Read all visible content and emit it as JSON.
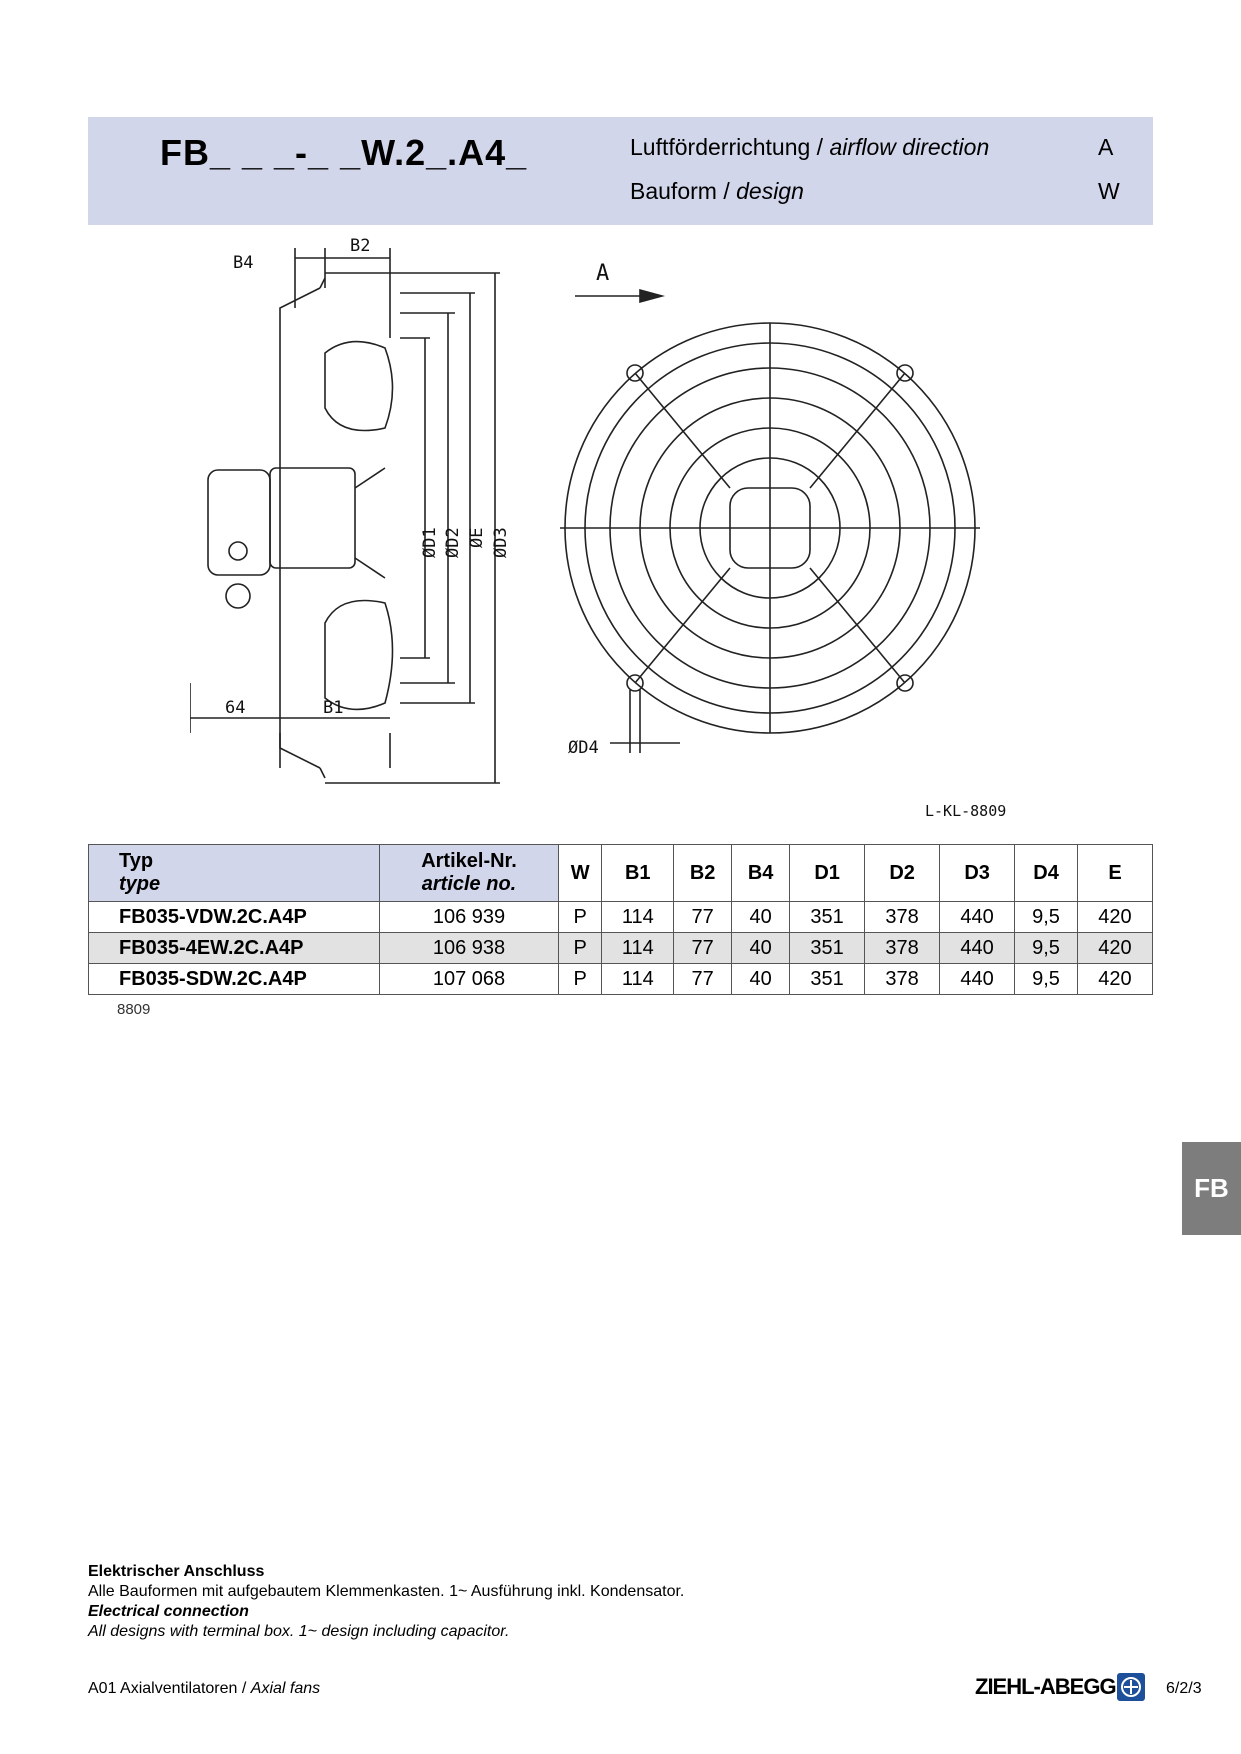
{
  "header": {
    "model_code": "FB_ _ _-_ _W.2_.A4_",
    "row1_de": "Luftförderrichtung / ",
    "row1_en": "airflow direction",
    "row1_val": "A",
    "row2_de": "Bauform  / ",
    "row2_en": "design",
    "row2_val": "W"
  },
  "drawing": {
    "labels": {
      "b4": "B4",
      "b2": "B2",
      "b1": "B1",
      "w64": "64",
      "d1": "ØD1",
      "d2": "ØD2",
      "e": "ØE",
      "d3": "ØD3",
      "d4": "ØD4",
      "airflow": "A",
      "ref": "L-KL-8809"
    }
  },
  "table": {
    "headers": {
      "typ_de": "Typ",
      "typ_en": "type",
      "art_de": "Artikel-Nr.",
      "art_en": "article no.",
      "cols": [
        "W",
        "B1",
        "B2",
        "B4",
        "D1",
        "D2",
        "D3",
        "D4",
        "E"
      ]
    },
    "rows": [
      {
        "typ": "FB035-VDW.2C.A4P",
        "art": "106 939",
        "vals": [
          "P",
          "114",
          "77",
          "40",
          "351",
          "378",
          "440",
          "9,5",
          "420"
        ]
      },
      {
        "typ": "FB035-4EW.2C.A4P",
        "art": "106 938",
        "vals": [
          "P",
          "114",
          "77",
          "40",
          "351",
          "378",
          "440",
          "9,5",
          "420"
        ]
      },
      {
        "typ": "FB035-SDW.2C.A4P",
        "art": "107 068",
        "vals": [
          "P",
          "114",
          "77",
          "40",
          "351",
          "378",
          "440",
          "9,5",
          "420"
        ]
      }
    ],
    "footnote": "8809"
  },
  "side_tab": "FB",
  "electrical": {
    "title_de": "Elektrischer Anschluss",
    "text_de": "Alle Bauformen mit aufgebautem Klemmenkasten. 1~ Ausführung inkl. Kondensator.",
    "title_en": "Electrical connection",
    "text_en": "All designs with terminal box. 1~ design including capacitor."
  },
  "footer": {
    "left_de": "A01 Axialventilatoren / ",
    "left_en": "Axial fans",
    "brand": "ZIEHL-ABEGG",
    "page": "6/2/3"
  }
}
